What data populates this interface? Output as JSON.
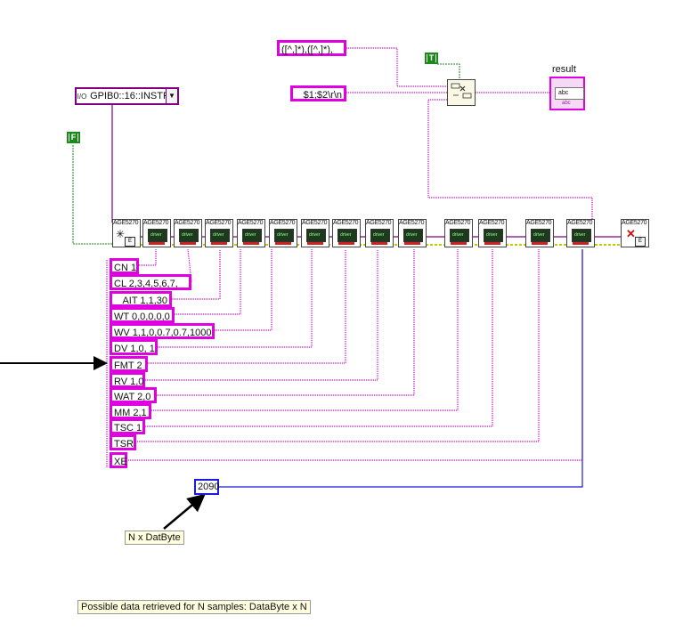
{
  "diagram": {
    "resource_name": "GPIB0::16::INSTR",
    "io_glyph": "I/O",
    "boolean_false": "F",
    "boolean_true": "T",
    "regex_pattern": "([^,]*),([^,]*),",
    "replace_string": "$1;$2\\r\\n",
    "result_label": "result",
    "indicator_type": "abc",
    "vi_header": "AGE5270",
    "vi_screen_text": "driver",
    "commands": [
      "CN 1",
      "CL 2,3,4,5,6,7,",
      "AIT 1,1,30",
      "WT 0,0,0,0,0",
      "WV 1,1,0,0.7,0.7,1000",
      "DV 1,0, 1",
      "FMT 2",
      "RV 1,0",
      "WAT 2,0",
      "MM 2,1",
      "TSC 1",
      "TSR",
      "XE"
    ],
    "numeric_value": "2090",
    "note_ndatbyte": "N x DatByte",
    "note_possible": "Possible data retrieved for N samples: DataByte x N",
    "colors": {
      "string_wire": "#e000e0",
      "resource_wire": "#800080",
      "boolean_wire": "#1a8a1a",
      "numeric_wire": "#1a1ad8",
      "error_wire": "#c8c800"
    }
  }
}
